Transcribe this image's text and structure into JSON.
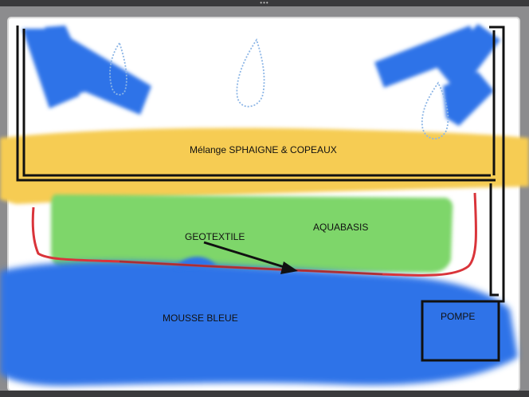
{
  "labels": {
    "substrate": "Mélange SPHAIGNE & COPEAUX",
    "aquabasis": "AQUABASIS",
    "geotextile": "GEOTEXTILE",
    "mousse": "MOUSSE BLEUE",
    "pompe": "POMPE"
  },
  "colors": {
    "yellow": "#f6cc52",
    "green": "#7ed66a",
    "blue": "#2f73e8",
    "red": "#d9343a",
    "outline": "#111111",
    "paper": "#ffffff"
  }
}
